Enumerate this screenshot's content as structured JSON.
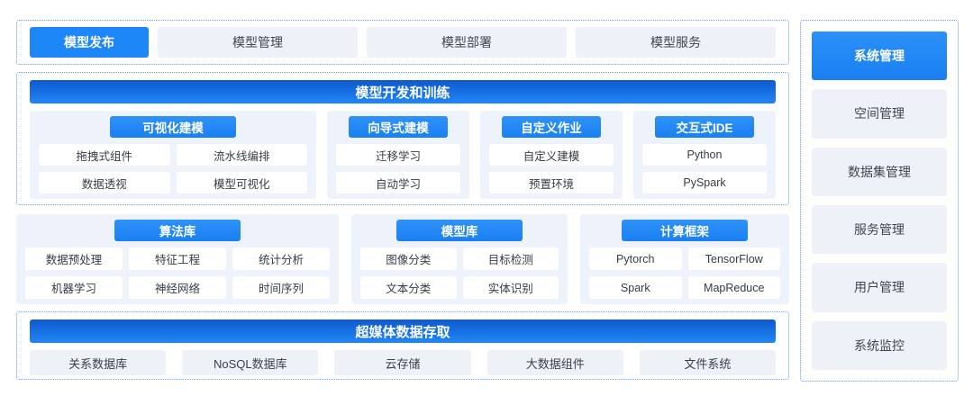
{
  "colors": {
    "accent_blue": "#1e87f7",
    "bar_gradient_top": "#0d59cd",
    "bar_gradient_bottom": "#2287f7",
    "dotted_border": "#5b9ff7",
    "panel_bg": "#eef2fa",
    "light_cell_bg": "#eef1f8",
    "text_dark": "#3d434e"
  },
  "tabs": [
    {
      "label": "模型发布",
      "active": true
    },
    {
      "label": "模型管理",
      "active": false
    },
    {
      "label": "模型部署",
      "active": false
    },
    {
      "label": "模型服务",
      "active": false
    }
  ],
  "dev": {
    "title": "模型开发和训练",
    "columns": [
      {
        "header": "可视化建模",
        "items": [
          "拖拽式组件",
          "流水线编排",
          "数据透视",
          "模型可视化"
        ]
      },
      {
        "header": "向导式建模",
        "items": [
          "迁移学习",
          "自动学习"
        ]
      },
      {
        "header": "自定义作业",
        "items": [
          "自定义建模",
          "预置环境"
        ]
      },
      {
        "header": "交互式IDE",
        "items": [
          "Python",
          "PySpark"
        ]
      }
    ]
  },
  "libraries": {
    "panels": [
      {
        "header": "算法库",
        "items": [
          "数据预处理",
          "特征工程",
          "统计分析",
          "机器学习",
          "神经网络",
          "时间序列"
        ]
      },
      {
        "header": "模型库",
        "items": [
          "图像分类",
          "目标检测",
          "文本分类",
          "实体识别"
        ]
      },
      {
        "header": "计算框架",
        "items": [
          "Pytorch",
          "TensorFlow",
          "Spark",
          "MapReduce"
        ]
      }
    ]
  },
  "storage": {
    "title": "超媒体数据存取",
    "items": [
      "关系数据库",
      "NoSQL数据库",
      "云存储",
      "大数据组件",
      "文件系统"
    ]
  },
  "sidebar": [
    {
      "label": "系统管理",
      "active": true
    },
    {
      "label": "空间管理",
      "active": false
    },
    {
      "label": "数据集管理",
      "active": false
    },
    {
      "label": "服务管理",
      "active": false
    },
    {
      "label": "用户管理",
      "active": false
    },
    {
      "label": "系统监控",
      "active": false
    }
  ]
}
